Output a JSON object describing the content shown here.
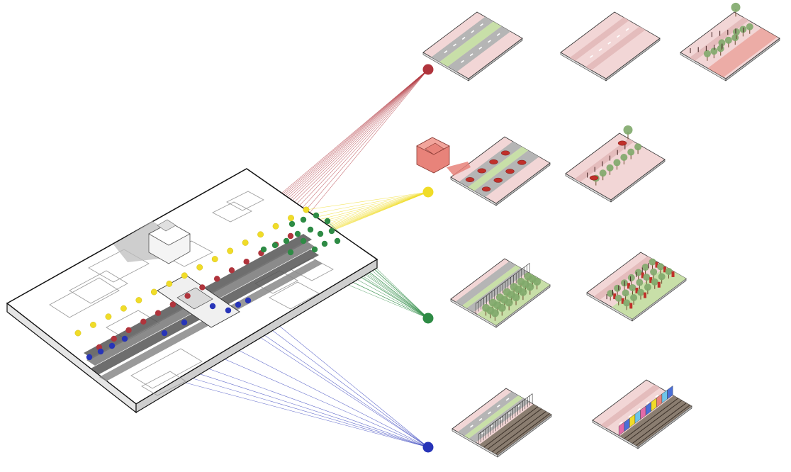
{
  "colors": {
    "red": "#b0343c",
    "yellow": "#f0dc28",
    "green": "#2e8b45",
    "blue": "#2734b8",
    "street_pink": "#f2d6d6",
    "lane_green": "#c8dfa8",
    "lane_grey": "#b5b5b5",
    "track_brown": "#8a7d70",
    "building_red": "#e8837a"
  },
  "hubs": [
    {
      "id": "red-hub",
      "color": "red"
    },
    {
      "id": "yellow-hub",
      "color": "yellow"
    },
    {
      "id": "green-hub",
      "color": "green"
    },
    {
      "id": "blue-hub",
      "color": "blue"
    }
  ],
  "tile_rows": [
    {
      "hub": "red-hub",
      "tiles": [
        "streetscape-lanes",
        "streetscape-plain",
        "streetscape-trees-people"
      ]
    },
    {
      "hub": "yellow-hub",
      "tiles": [
        "streetscape-traffic-cars",
        "streetscape-trees-cars"
      ]
    },
    {
      "hub": "green-hub",
      "tiles": [
        "streetscape-park-fence",
        "streetscape-park-market"
      ]
    },
    {
      "hub": "blue-hub",
      "tiles": [
        "streetscape-rail-fence",
        "streetscape-rail-colored-wall"
      ]
    }
  ],
  "icons": [
    "site-model",
    "connection-lines",
    "hub-dot",
    "street-tile"
  ]
}
